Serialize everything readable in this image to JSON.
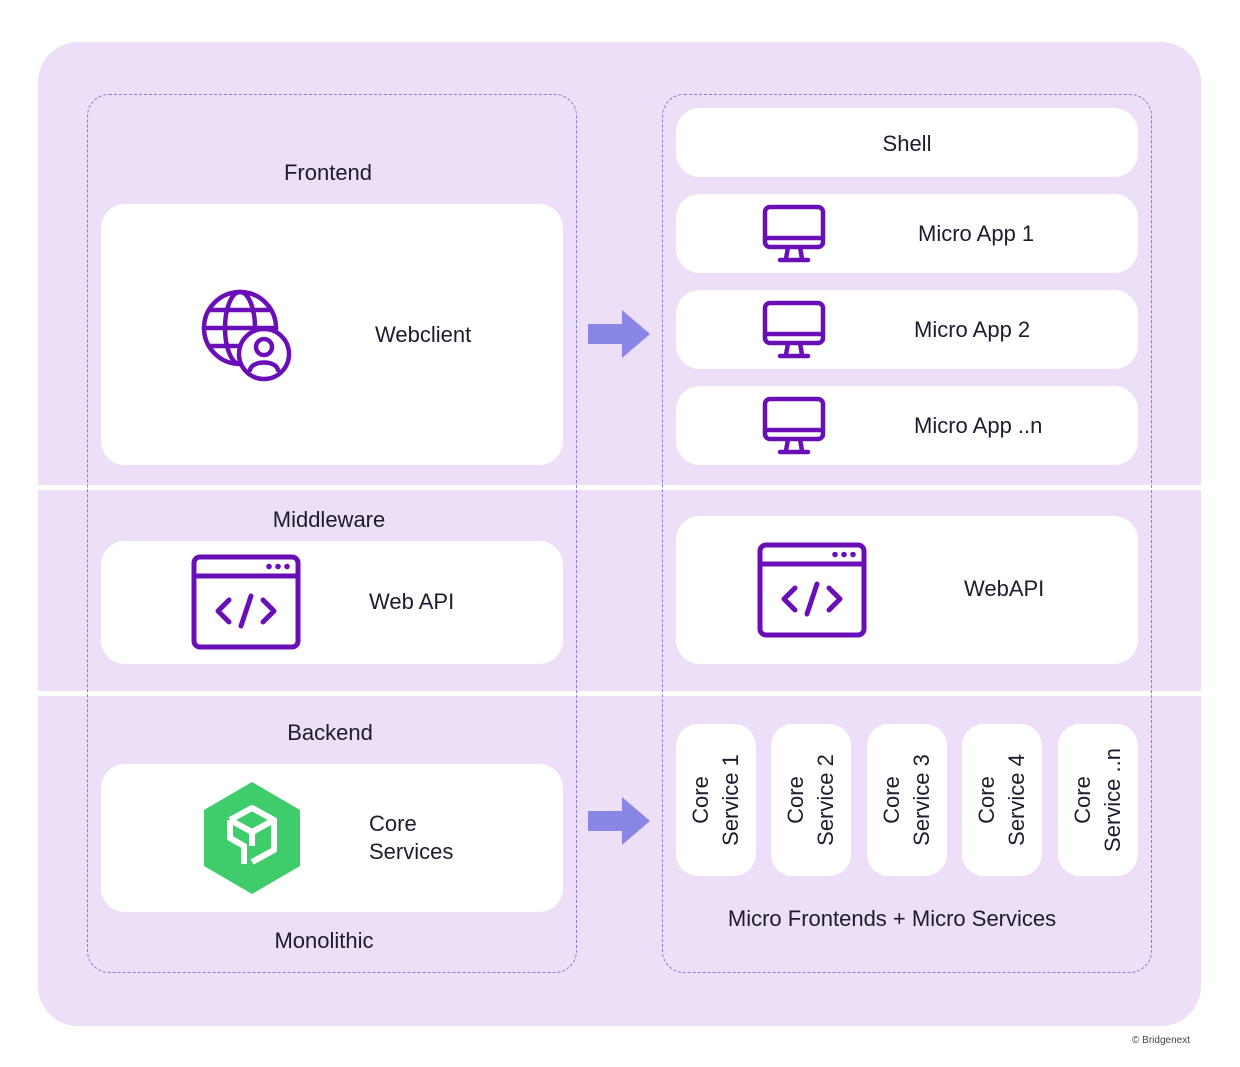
{
  "monolithic": {
    "frontend_title": "Frontend",
    "webclient_label": "Webclient",
    "middleware_title": "Middleware",
    "webapi_label": "Web API",
    "backend_title": "Backend",
    "core_services_line1": "Core",
    "core_services_line2": "Services",
    "footer": "Monolithic"
  },
  "micro": {
    "shell_label": "Shell",
    "apps": [
      "Micro App 1",
      "Micro App 2",
      "Micro App ..n"
    ],
    "webapi_label": "WebAPI",
    "core_services": [
      {
        "line1": "Core",
        "line2": "Service 1"
      },
      {
        "line1": "Core",
        "line2": "Service 2"
      },
      {
        "line1": "Core",
        "line2": "Service 3"
      },
      {
        "line1": "Core",
        "line2": "Service 4"
      },
      {
        "line1": "Core",
        "line2": "Service ..n"
      }
    ],
    "footer": "Micro Frontends + Micro Services"
  },
  "copyright": "© Bridgenext",
  "colors": {
    "background": "#ecdff7",
    "icon_purple": "#6a0fb8",
    "arrow": "#8a86e6",
    "cube_green": "#3fcc6b",
    "dashed_border": "#7f7fd8"
  },
  "icons": {
    "webclient": "globe-user-icon",
    "apps": "monitor-icon",
    "webapi": "code-window-icon",
    "core_services": "cube-icon",
    "transition": "arrow-right-icon"
  }
}
